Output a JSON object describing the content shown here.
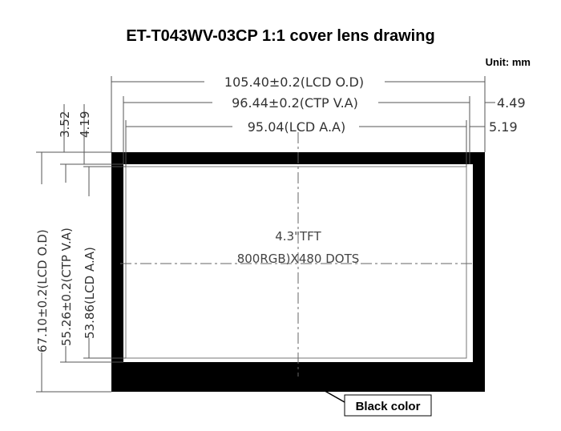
{
  "title": "ET-T043WV-03CP 1:1 cover lens drawing",
  "unit": "Unit: mm",
  "dimensions": {
    "lcd_od_width": "105.40±0.2(LCD O.D)",
    "ctp_va_width": "96.44±0.2(CTP V.A)",
    "lcd_aa_width": "95.04(LCD A.A)",
    "right_offset_outer": "4.49",
    "right_offset_inner": "5.19",
    "top_offset_outer": "3.52",
    "top_offset_inner": "4.19",
    "lcd_od_height": "67.10±0.2(LCD O.D)",
    "ctp_va_height": "55.26±0.2(CTP V.A)",
    "lcd_aa_height": "53.86(LCD A.A)"
  },
  "panel": {
    "size_label": "4.3\"TFT",
    "resolution_label": "800RGB)X480  DOTS"
  },
  "callout": "Black color",
  "colors": {
    "bezel": "#000000",
    "line": "#555555"
  }
}
